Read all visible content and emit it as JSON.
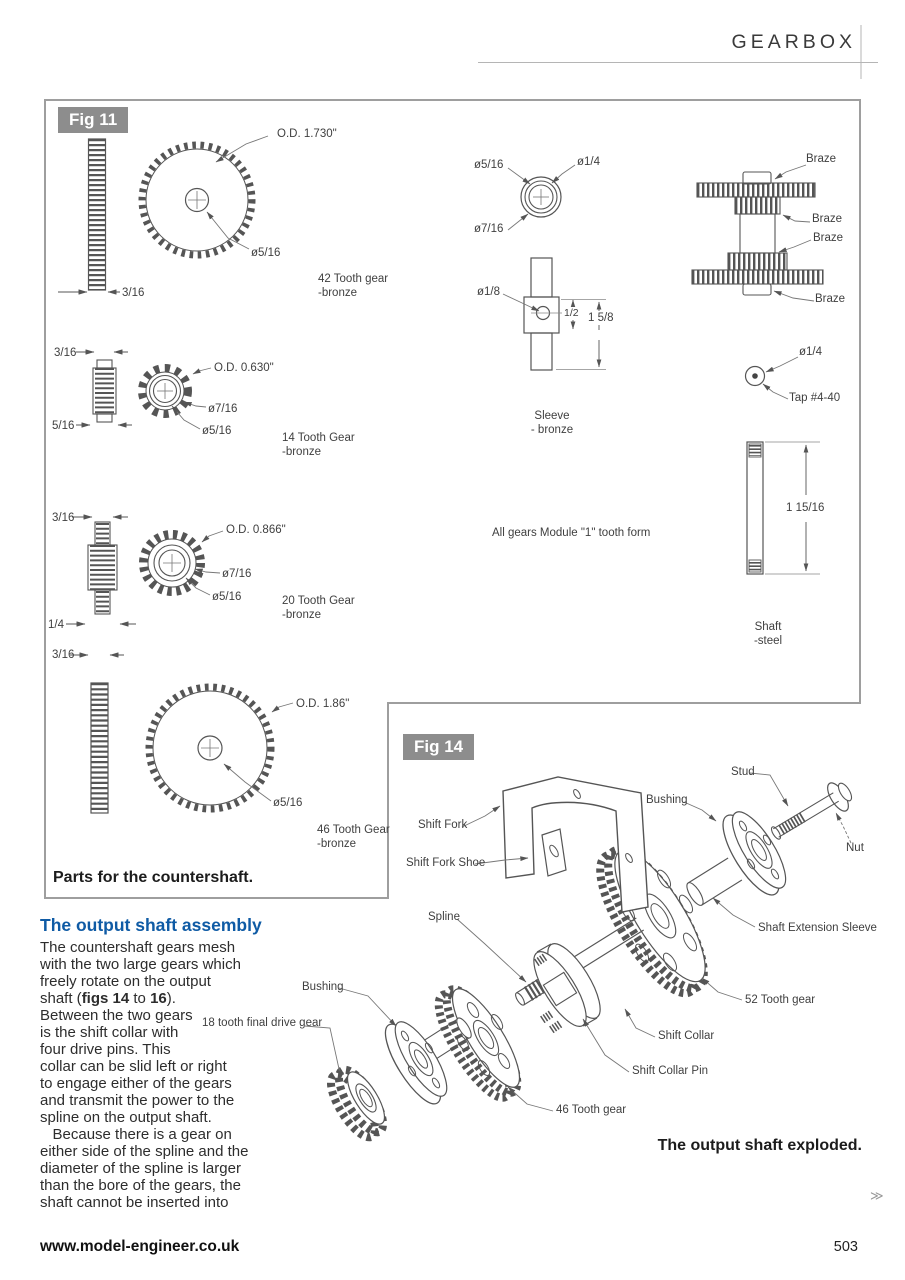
{
  "colors": {
    "accent_blue": "#0f5ba5",
    "fig_label_bg": "#8d8d8d",
    "drawing_line": "#555555",
    "frame_border": "#9e9e9e"
  },
  "header": {
    "title": "GEARBOX"
  },
  "fig11": {
    "label": "Fig 11",
    "caption": "Parts for the countershaft.",
    "note": "All gears Module \"1\" tooth form",
    "g42": {
      "od": "O.D. 1.730\"",
      "bore": "ø5/16",
      "w": "3/16",
      "name": "42 Tooth gear",
      "mat": "-bronze"
    },
    "g14": {
      "od": "O.D. 0.630\"",
      "hub": "ø7/16",
      "bore": "ø5/16",
      "w1": "3/16",
      "w2": "5/16",
      "name": "14 Tooth Gear",
      "mat": "-bronze"
    },
    "g20": {
      "od": "O.D. 0.866\"",
      "hub": "ø7/16",
      "bore": "ø5/16",
      "w1": "3/16",
      "w2": "1/4",
      "name": "20 Tooth Gear",
      "mat": "-bronze"
    },
    "g46": {
      "od": "O.D. 1.86\"",
      "bore": "ø5/16",
      "w": "3/16",
      "name": "46 Tooth Gear",
      "mat": "-bronze"
    },
    "sleeve": {
      "d_bore": "ø5/16",
      "d_inner": "ø1/4",
      "d_outer": "ø7/16",
      "d_hole": "ø1/8",
      "dim_half": "1/2",
      "dim_len": "1 5/8",
      "name": "Sleeve",
      "mat": "- bronze"
    },
    "cluster": {
      "braze": "Braze",
      "dia": "ø1/4",
      "tap": "Tap #4-40"
    },
    "shaft": {
      "len": "1 15/16",
      "name": "Shaft",
      "mat": "-steel"
    }
  },
  "fig14": {
    "label": "Fig 14",
    "caption": "The output shaft exploded.",
    "labels": {
      "stud": "Stud",
      "bushing_right": "Bushing",
      "nut": "Nut",
      "shift_fork": "Shift Fork",
      "shift_fork_shoe": "Shift Fork Shoe",
      "spline": "Spline",
      "bushing_left": "Bushing",
      "final_drive_gear": "18 tooth final drive gear",
      "shaft_extension_sleeve": "Shaft Extension Sleeve",
      "gear_52": "52 Tooth gear",
      "shift_collar": "Shift Collar",
      "shift_collar_pin": "Shift Collar Pin",
      "gear_46": "46 Tooth gear"
    }
  },
  "article": {
    "heading": "The output shaft assembly",
    "lines_a": [
      "The countershaft gears mesh",
      "with the two large gears which",
      "freely rotate on the output"
    ],
    "line_figs": {
      "pre": "shaft (",
      "bold1": "figs 14",
      "mid": " to ",
      "bold2": "16",
      "post": ")."
    },
    "lines_b": [
      "Between the two gears",
      "is the shift collar with",
      "four drive pins. This",
      "collar can be slid left or right",
      "to engage either of the gears",
      "and transmit the power to the",
      "spline on the output shaft.",
      "   Because there is a gear on",
      "either side of the spline and the",
      "diameter of the spline is larger",
      "than the bore of the gears, the",
      "shaft cannot be inserted into"
    ]
  },
  "footer": {
    "site": "www.model-engineer.co.uk",
    "page_number": "503",
    "continuation": "≫"
  }
}
